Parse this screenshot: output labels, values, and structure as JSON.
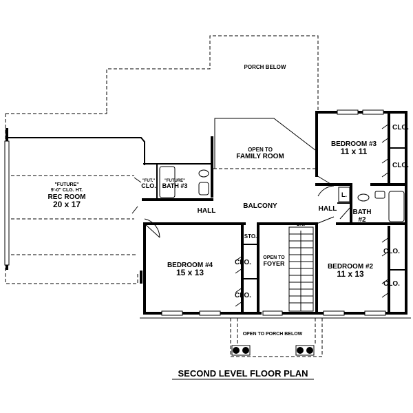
{
  "plan": {
    "title": "SECOND LEVEL FLOOR PLAN",
    "rooms": {
      "porch_below": "PORCH BELOW",
      "open_to": "OPEN TO",
      "family_room": "FAMILY ROOM",
      "bedroom3_name": "BEDROOM #3",
      "bedroom3_size": "11 x 11",
      "future": "\"FUTURE\"",
      "ceiling_ht": "9'-0\" CLG. HT.",
      "rec_room": "REC ROOM",
      "rec_size": "20 x 17",
      "fut_clo_1": "\"FUT.\"",
      "fut_clo_2": "CLO.",
      "bath3_1": "\"FUTURE\"",
      "bath3_2": "BATH #3",
      "hall_left": "HALL",
      "balcony": "BALCONY",
      "hall_right": "HALL",
      "linen": "L.",
      "bath2_1": "BATH",
      "bath2_2": "#2",
      "dn": "DN.",
      "sto": "STO.",
      "open_to_2": "OPEN TO",
      "foyer": "FOYER",
      "bedroom4_name": "BEDROOM #4",
      "bedroom4_size": "15 x 13",
      "bedroom2_name": "BEDROOM #2",
      "bedroom2_size": "11 x 13",
      "open_to_porch_below": "OPEN TO PORCH BELOW",
      "clo": "CLO."
    }
  }
}
